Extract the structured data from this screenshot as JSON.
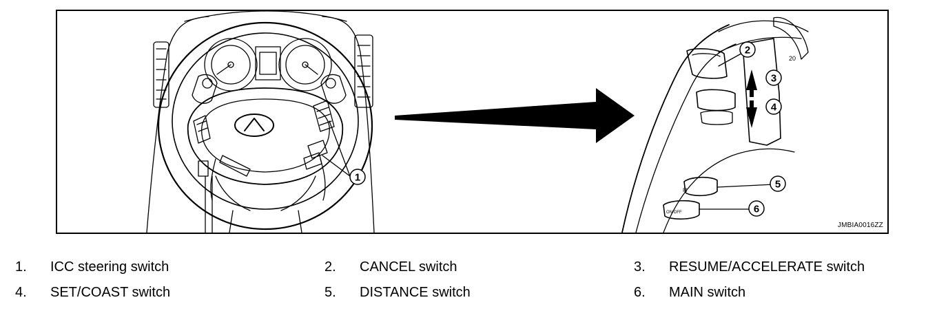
{
  "figure": {
    "code": "JMBIA0016ZZ",
    "callouts": [
      "1",
      "2",
      "3",
      "4",
      "5",
      "6"
    ],
    "speedo_marks": [
      "20"
    ]
  },
  "legend": [
    {
      "num": "1.",
      "label": "ICC steering switch"
    },
    {
      "num": "2.",
      "label": "CANCEL switch"
    },
    {
      "num": "3.",
      "label": "RESUME/ACCELERATE switch"
    },
    {
      "num": "4.",
      "label": "SET/COAST switch"
    },
    {
      "num": "5.",
      "label": "DISTANCE switch"
    },
    {
      "num": "6.",
      "label": "MAIN switch"
    }
  ]
}
